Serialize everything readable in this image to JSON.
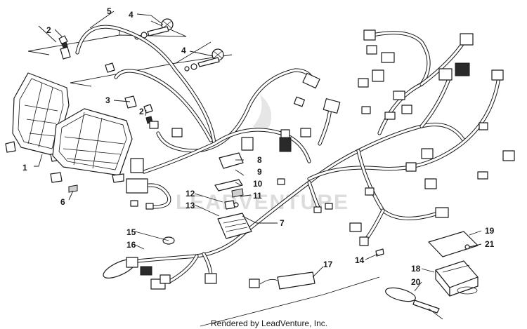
{
  "diagram": {
    "credit": "Rendered by LeadVenture, Inc.",
    "watermark": "LEADVENTURE",
    "callouts": [
      "1",
      "2",
      "2",
      "3",
      "4",
      "4",
      "5",
      "6",
      "7",
      "8",
      "9",
      "10",
      "11",
      "12",
      "13",
      "14",
      "15",
      "16",
      "17",
      "18",
      "19",
      "20",
      "21"
    ]
  }
}
